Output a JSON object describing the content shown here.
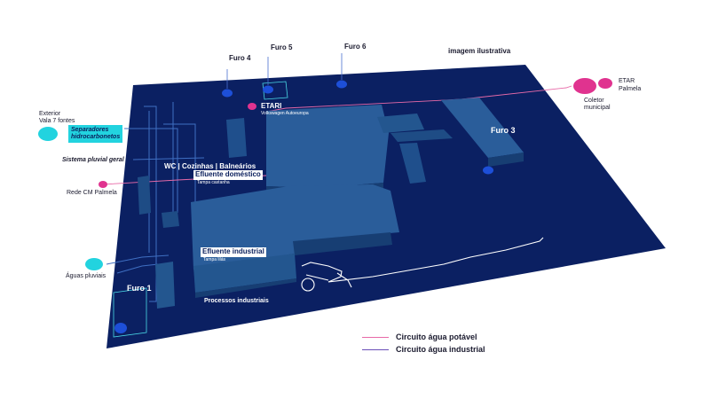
{
  "caption": "imagem ilustrativa",
  "wells": {
    "furo1": "Furo 1",
    "furo3": "Furo 3",
    "furo4": "Furo 4",
    "furo5": "Furo 5",
    "furo6": "Furo 6"
  },
  "etari": {
    "title": "ETARI",
    "subtitle": "Volkswagen Autoeuropa"
  },
  "etar": {
    "line1": "ETAR",
    "line2": "Palmela"
  },
  "coletor": {
    "line1": "Coletor",
    "line2": "municipal"
  },
  "exterior": {
    "line1": "Exterior",
    "line2": "Vala 7 fontes"
  },
  "separadores": {
    "line1": "Separadores",
    "line2": "hidrocarbonetos"
  },
  "pluvial_geral": "Sistema pluvial geral",
  "rede_cm": "Rede CM Palmela",
  "aguas_pluviais": "Águas pluviais",
  "wc": "WC | Cozinhas | Balneários",
  "efluente_domestico": {
    "title": "Efluente doméstico",
    "subtitle": "Tampa castanha"
  },
  "efluente_industrial": {
    "title": "Efluente industrial",
    "subtitle": "Tampa lilás"
  },
  "processos": "Processos industriais",
  "legend": {
    "potavel": {
      "label": "Circuito água potável",
      "color": "#e86aa8"
    },
    "industrial": {
      "label": "Circuito água industrial",
      "color": "#6a4fb8"
    }
  },
  "colors": {
    "ground": "#0b2062",
    "building": "#1f4f8c",
    "building_top": "#2a5d9a",
    "blue_dot": "#1d4fd8",
    "magenta": "#e0338f",
    "cyan": "#22d3df"
  }
}
